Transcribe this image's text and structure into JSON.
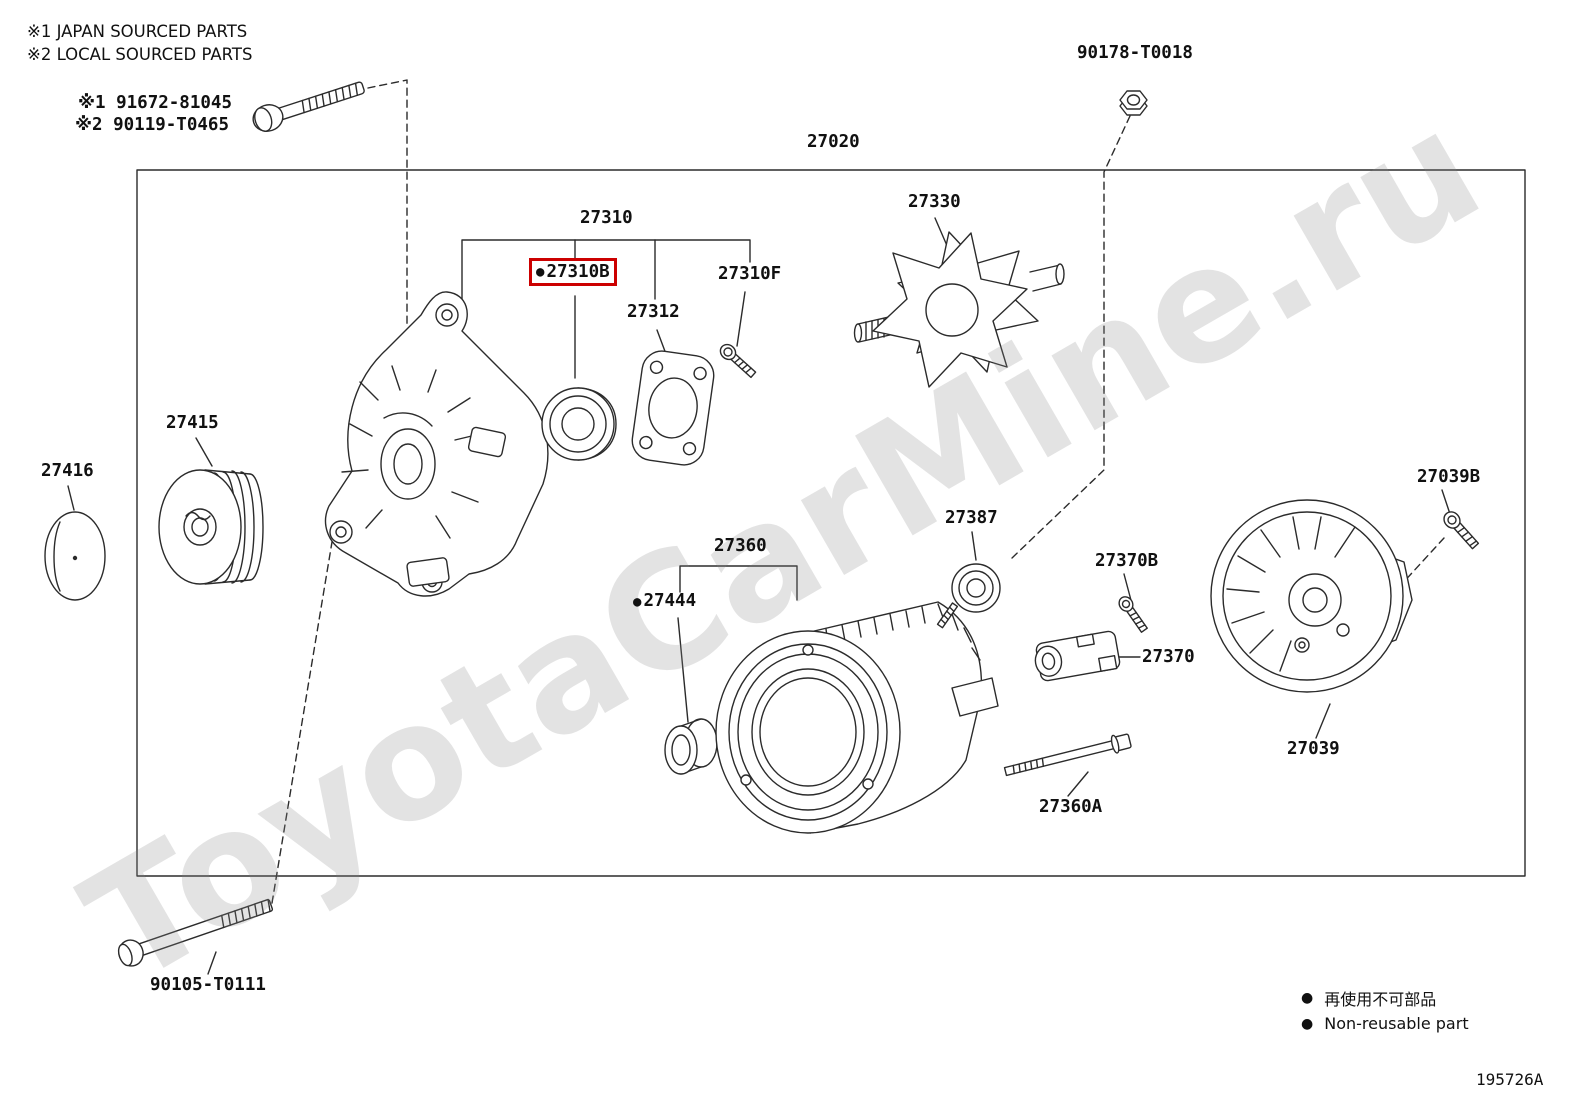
{
  "notes": {
    "line1": "※1 JAPAN SOURCED PARTS",
    "line2": "※2 LOCAL SOURCED PARTS"
  },
  "watermark": "ToyotaCarMine.ru",
  "icons": {
    "non_reusable": "●"
  },
  "colors": {
    "highlight_box": "#cc0000"
  },
  "labels": {
    "ref_bolt_1": "※1 91672-81045",
    "ref_bolt_2": "※2 90119-T0465",
    "p90178": "90178-T0018",
    "p27020": "27020",
    "p27310": "27310",
    "p27310B": "27310B",
    "p27310F": "27310F",
    "p27312": "27312",
    "p27330": "27330",
    "p27415": "27415",
    "p27416": "27416",
    "p27387": "27387",
    "p27360": "27360",
    "p27444": "27444",
    "p27370B": "27370B",
    "p27370": "27370",
    "p27039B": "27039B",
    "p27039": "27039",
    "p27360A": "27360A",
    "p90105": "90105-T0111"
  },
  "legend": {
    "jp": "再使用不可部品",
    "en": "Non-reusable part"
  },
  "diagram_code": "195726A"
}
